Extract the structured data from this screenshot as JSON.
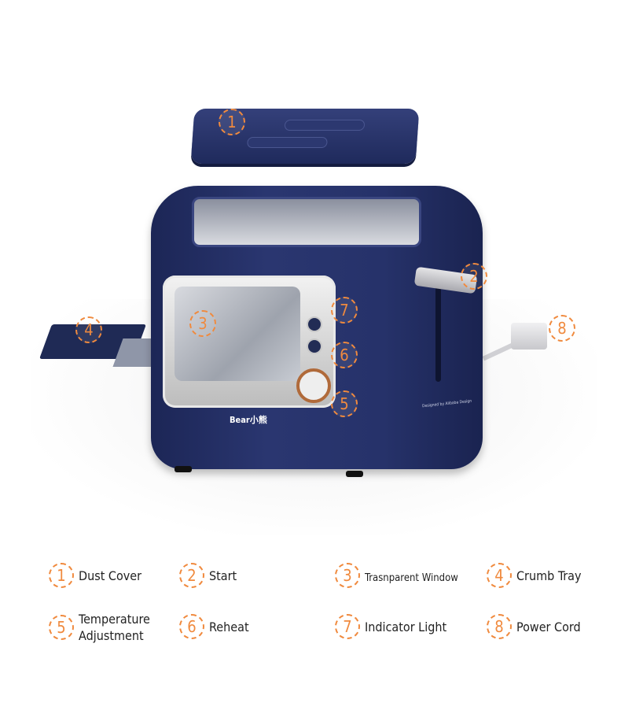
{
  "accent_color": "#f08a3e",
  "product_color": "#26326a",
  "product_text": {
    "logo": "Bear小熊",
    "designer": "Designed by Alibaba Design"
  },
  "callouts": [
    "1",
    "2",
    "3",
    "4",
    "5",
    "6",
    "7",
    "8"
  ],
  "legend": [
    {
      "num": "1",
      "label": "Dust Cover"
    },
    {
      "num": "2",
      "label": "Start"
    },
    {
      "num": "3",
      "label": "Trasnparent Window"
    },
    {
      "num": "4",
      "label": "Crumb Tray"
    },
    {
      "num": "5",
      "label": "Temperature Adjustment"
    },
    {
      "num": "6",
      "label": "Reheat"
    },
    {
      "num": "7",
      "label": "Indicator Light"
    },
    {
      "num": "8",
      "label": "Power Cord"
    }
  ]
}
